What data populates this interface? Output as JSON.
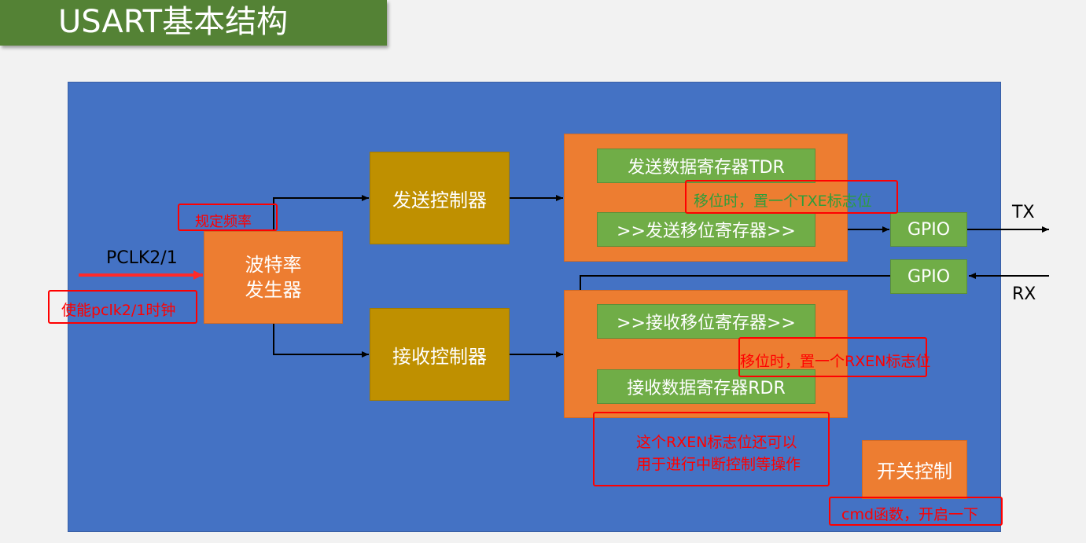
{
  "slide": {
    "title": "USART基本结构"
  },
  "diagram": {
    "input_label": "PCLK2/1",
    "baud_generator": [
      "波特率",
      "发生器"
    ],
    "tx_controller": "发送控制器",
    "rx_controller": "接收控制器",
    "tdr": "发送数据寄存器TDR",
    "tx_shift": ">>发送移位寄存器>>",
    "rx_shift": ">>接收移位寄存器>>",
    "rdr": "接收数据寄存器RDR",
    "gpio_tx": "GPIO",
    "gpio_rx": "GPIO",
    "tx_label": "TX",
    "rx_label": "RX",
    "switch_control": "开关控制"
  },
  "annotations": {
    "freq_note": "规定频率",
    "clock_note": "使能pclk2/1时钟",
    "txe_note": "移位时，置一个TXE标志位",
    "rxen_note": "移位时，置一个RXEN标志位",
    "rxen_usage": [
      "这个RXEN标志位还可以",
      "用于进行中断控制等操作"
    ],
    "cmd_note": "cmd函数，开启一下"
  },
  "colors": {
    "title_bg": "#548235",
    "panel_bg": "#4472c4",
    "orange": "#ed7d31",
    "olive": "#bf9000",
    "green": "#70ad47",
    "annotation_red": "#ff0000",
    "txe_note_text": "#2e9e3a"
  }
}
